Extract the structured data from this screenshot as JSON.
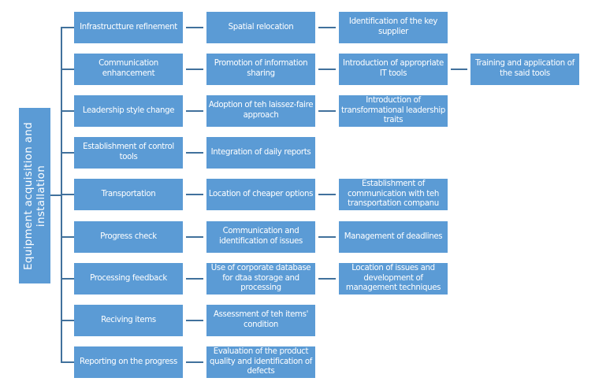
{
  "diagram": {
    "root": {
      "line1": "Equipment acquisition and",
      "line2": "installation"
    },
    "rows": [
      {
        "steps": [
          "Infrastructture refinement",
          "Spatial relocation",
          "Identification of the key supplier"
        ]
      },
      {
        "steps": [
          "Communication enhancement",
          "Promotion of information sharing",
          "Introduction of appropriate IT tools",
          "Training and application of the said tools"
        ]
      },
      {
        "steps": [
          "Leadership style change",
          "Adoption of teh laissez-faire approach",
          "Introduction of transformational leadership traits"
        ]
      },
      {
        "steps": [
          "Establishment of control tools",
          "Integration of daily reports"
        ]
      },
      {
        "steps": [
          "Transportation",
          "Location of cheaper options",
          "Establishment of communication with teh transportation companu"
        ]
      },
      {
        "steps": [
          "Progress check",
          "Communication and identification of issues",
          "Management of deadlines"
        ]
      },
      {
        "steps": [
          "Processing feedback",
          "Use of corporate database for dtaa storage and processing",
          "Location of issues and development of management techniques"
        ]
      },
      {
        "steps": [
          "Reciving items",
          "Assessment of teh items' condition"
        ]
      },
      {
        "steps": [
          "Reporting on the progress",
          "Evaluation of the product quality and identification of defects"
        ]
      }
    ]
  }
}
